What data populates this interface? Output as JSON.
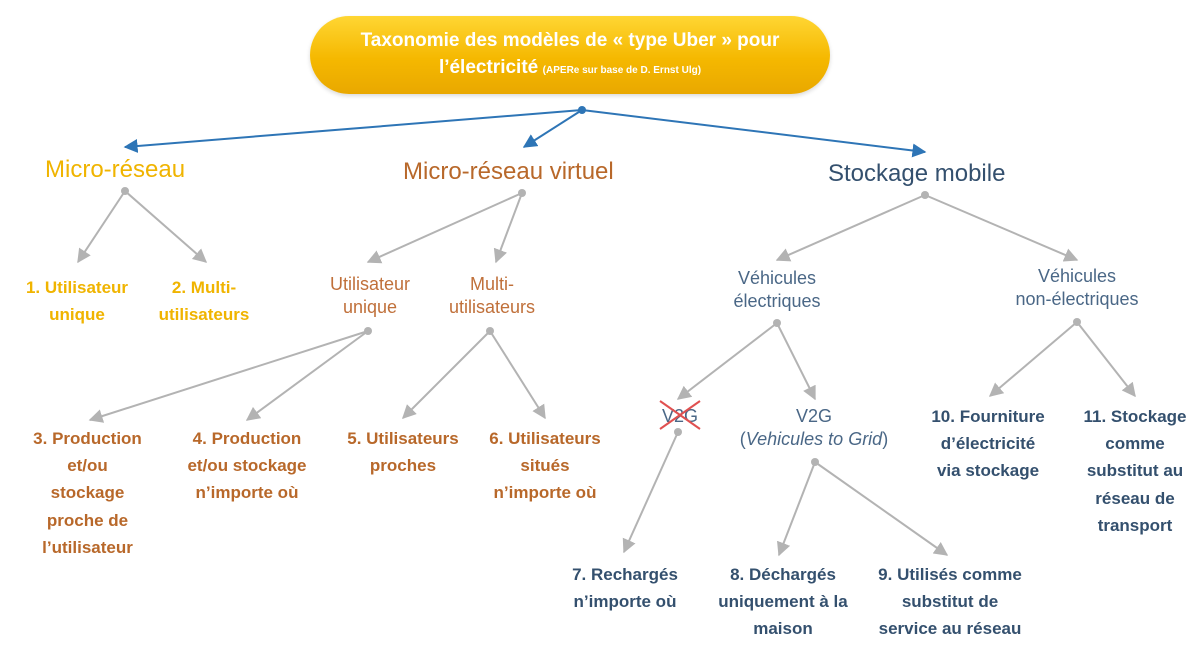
{
  "title": {
    "line1": "Taxonomie des modèles de « type Uber » pour",
    "line2": "l’électricité",
    "source": "(APERe sur base de D. Ernst Ulg)"
  },
  "categories": {
    "micro_reseau": "Micro-réseau",
    "micro_reseau_virtuel": "Micro-réseau virtuel",
    "stockage_mobile": "Stockage mobile"
  },
  "micro_reseau": {
    "leaf1": {
      "num": "1.",
      "line1": "Utilisateur",
      "line2": "unique"
    },
    "leaf2": {
      "num": "2.",
      "line1": "Multi-",
      "line2": "utilisateurs"
    }
  },
  "micro_reseau_virtuel": {
    "sub_unique": {
      "line1": "Utilisateur",
      "line2": "unique"
    },
    "sub_multi": {
      "line1": "Multi-",
      "line2": "utilisateurs"
    },
    "leaf3": {
      "num": "3.",
      "line1": "Production",
      "line2": "et/ou",
      "line3": "stockage",
      "line4": "proche de",
      "line5": "l’utilisateur"
    },
    "leaf4": {
      "num": "4.",
      "line1": "Production",
      "line2": "et/ou stockage",
      "line3": "n’importe où"
    },
    "leaf5": {
      "num": "5.",
      "line1": "Utilisateurs",
      "line2": "proches"
    },
    "leaf6": {
      "num": "6.",
      "line1": "Utilisateurs",
      "line2": "situés",
      "line3": "n’importe où"
    }
  },
  "stockage_mobile": {
    "sub_electriques": {
      "line1": "Véhicules",
      "line2": "électriques"
    },
    "sub_non_electriques": {
      "line1": "Véhicules",
      "line2": "non-électriques"
    },
    "v2g_crossed": "V2G",
    "v2g": {
      "line1": "V2G",
      "line2": "Vehicules to Grid",
      "open": "(",
      "close": ")"
    },
    "leaf7": {
      "num": "7.",
      "line1": "Rechargés",
      "line2": "n’importe où"
    },
    "leaf8": {
      "num": "8.",
      "line1": "Déchargés",
      "line2": "uniquement à la",
      "line3": "maison"
    },
    "leaf9": {
      "num": "9.",
      "line1": "Utilisés comme",
      "line2": "substitut de",
      "line3": "service au réseau"
    },
    "leaf10": {
      "num": "10.",
      "line1": "Fourniture",
      "line2": "d’électricité",
      "line3": "via stockage"
    },
    "leaf11": {
      "num": "11.",
      "line1": "Stockage",
      "line2": "comme",
      "line3": "substitut au",
      "line4": "réseau de",
      "line5": "transport"
    }
  },
  "colors": {
    "title_yellow": "#f5b800",
    "yellow": "#f0b400",
    "orange": "#b8682a",
    "navy": "#34506e",
    "blue_arrow": "#2e75b6",
    "grey_arrow": "#b3b3b3",
    "red_cross": "#e05050"
  }
}
